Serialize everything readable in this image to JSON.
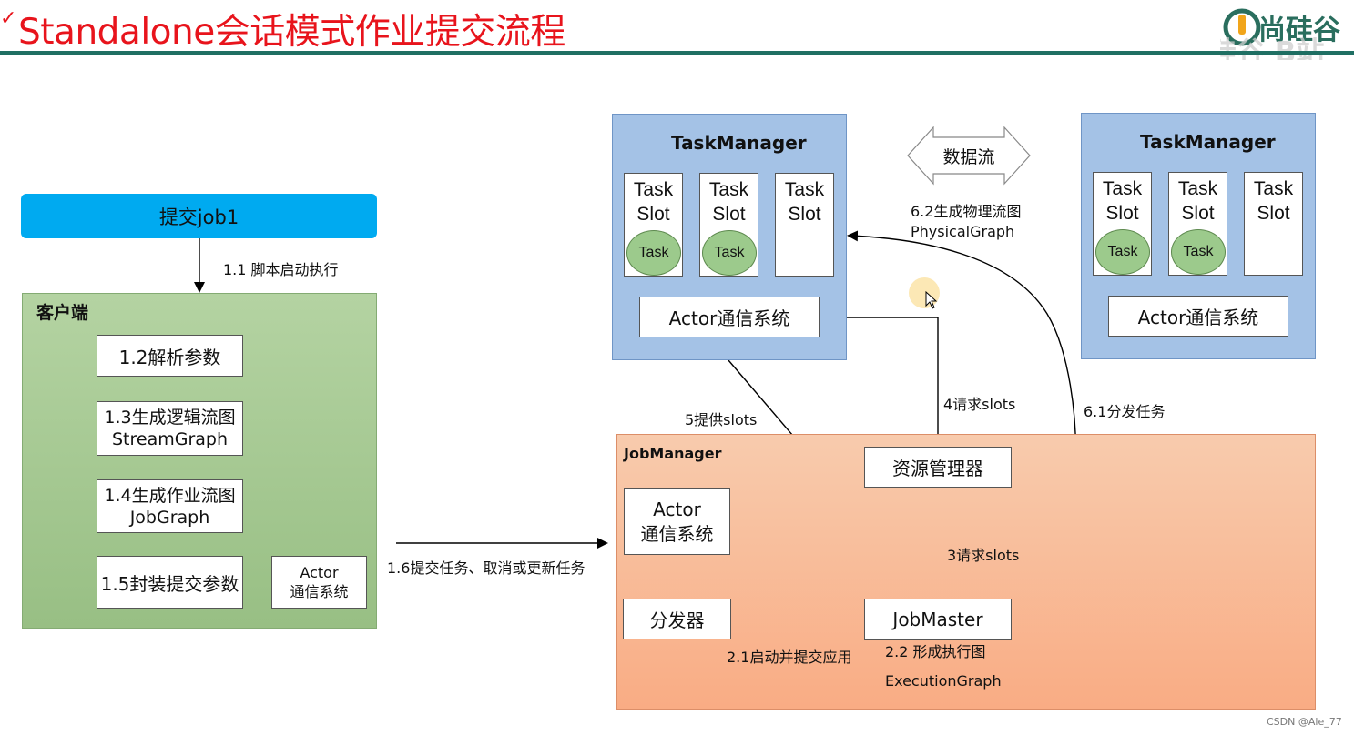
{
  "header": {
    "title": "Standalone会话模式作业提交流程",
    "logo_text": "尚硅谷",
    "logo_watermark": "尚硅谷 B站"
  },
  "left": {
    "submit_label": "提交job1",
    "script_label": "1.1 脚本启动执行",
    "client_title": "客户端",
    "steps": [
      "1.2解析参数",
      "1.3生成逻辑流图\nStreamGraph",
      "1.4生成作业流图\nJobGraph",
      "1.5封装提交参数"
    ],
    "client_actor": "Actor\n通信系统",
    "submit_edge_label": "1.6提交任务、取消或更新任务"
  },
  "taskmanagers": [
    {
      "title": "TaskManager",
      "slots": [
        {
          "label": "Task\nSlot",
          "task": "Task"
        },
        {
          "label": "Task\nSlot",
          "task": "Task"
        },
        {
          "label": "Task\nSlot",
          "task": ""
        }
      ],
      "actor": "Actor通信系统"
    },
    {
      "title": "TaskManager",
      "slots": [
        {
          "label": "Task\nSlot",
          "task": "Task"
        },
        {
          "label": "Task\nSlot",
          "task": "Task"
        },
        {
          "label": "Task\nSlot",
          "task": ""
        }
      ],
      "actor": "Actor通信系统"
    }
  ],
  "dataflow_label": "数据流",
  "edges": {
    "physical_graph": "6.2生成物理流图\nPhysicalGraph",
    "provide_slots": "5提供slots",
    "request_slots_4": "4请求slots",
    "dispatch_tasks": "6.1分发任务",
    "request_slots_3": "3请求slots",
    "start_submit": "2.1启动并提交应用",
    "execution_graph": "2.2 形成执行图\n\nExecutionGraph"
  },
  "jobmanager": {
    "title": "JobManager",
    "resource_manager": "资源管理器",
    "actor": "Actor\n通信系统",
    "dispatcher": "分发器",
    "job_master": "JobMaster"
  },
  "footer": {
    "credit": "CSDN @Ale_77"
  },
  "colors": {
    "title": "#e8141c",
    "rule": "#1f6f63",
    "taskmanager_fill": "#a4c2e6",
    "client_fill": "#a9cc96",
    "jobmanager_fill": "#f8b994",
    "submit_fill": "#00aaf0",
    "task_circle": "#9cca8c"
  }
}
